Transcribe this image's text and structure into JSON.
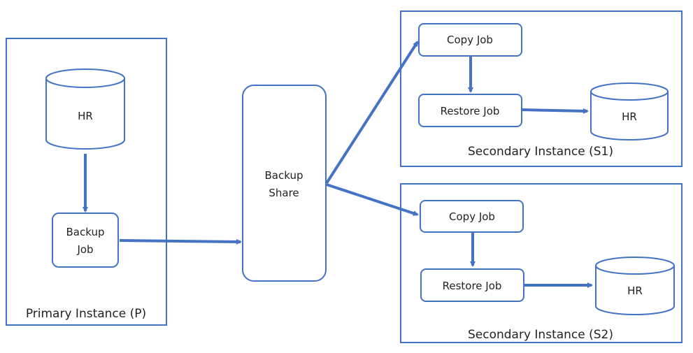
{
  "colors": {
    "stroke": "#4472c4",
    "arrow": "#4472c4",
    "text": "#222222",
    "background": "#ffffff"
  },
  "primary": {
    "title": "Primary Instance (P)",
    "db": "HR",
    "job_line1": "Backup",
    "job_line2": "Job"
  },
  "share": {
    "line1": "Backup",
    "line2": "Share"
  },
  "s1": {
    "title": "Secondary Instance (S1)",
    "copy": "Copy Job",
    "restore": "Restore Job",
    "db": "HR"
  },
  "s2": {
    "title": "Secondary Instance (S2)",
    "copy": "Copy Job",
    "restore": "Restore Job",
    "db": "HR"
  }
}
